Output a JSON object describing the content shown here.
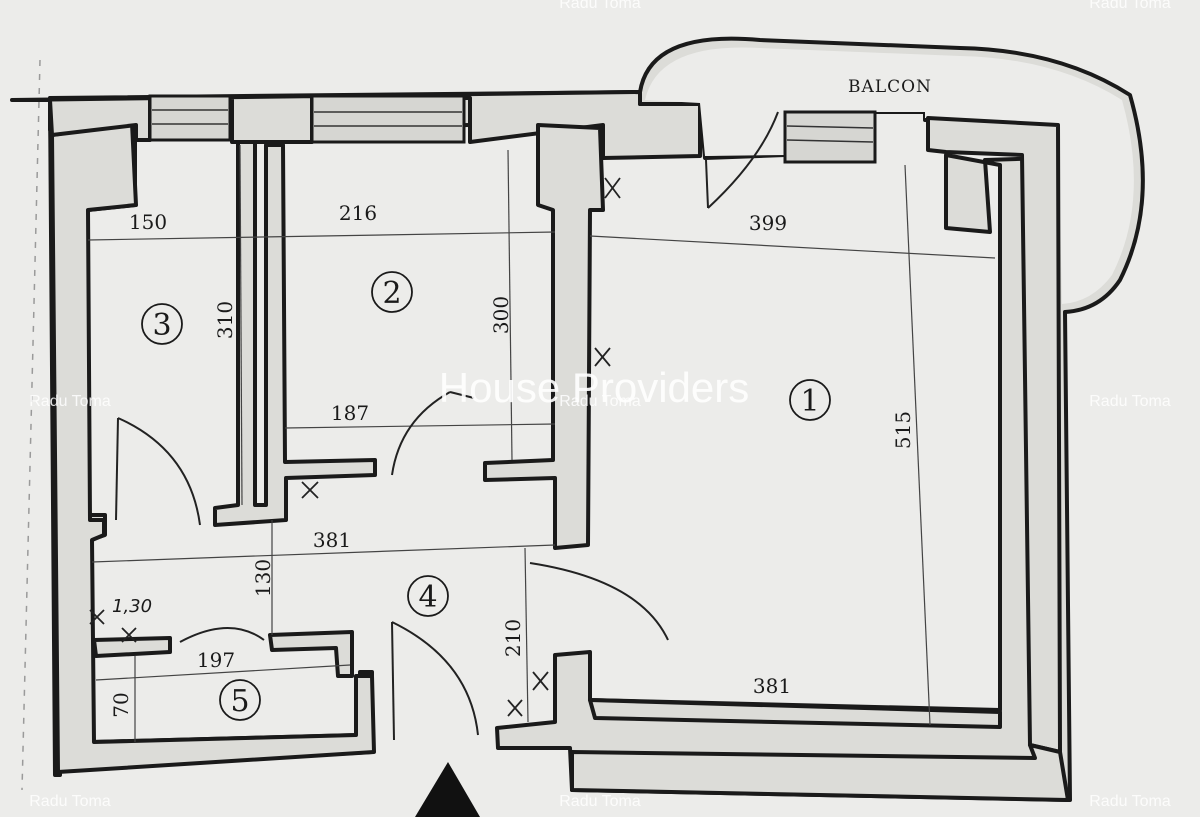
{
  "plan": {
    "balcony_label": "BALCON",
    "dimensions": {
      "d150": "150",
      "d216": "216",
      "d399": "399",
      "d310": "310",
      "d300": "300",
      "d187": "187",
      "d515": "515",
      "d381_mid": "381",
      "d381_bottom": "381",
      "d130": "130",
      "d210": "210",
      "d197": "197",
      "d70": "70",
      "d130_hand": "1,30"
    },
    "rooms": {
      "r1": "1",
      "r2": "2",
      "r3": "3",
      "r4": "4",
      "r5": "5"
    }
  },
  "watermarks": {
    "main": "House Providers",
    "author": "Radu Toma"
  }
}
